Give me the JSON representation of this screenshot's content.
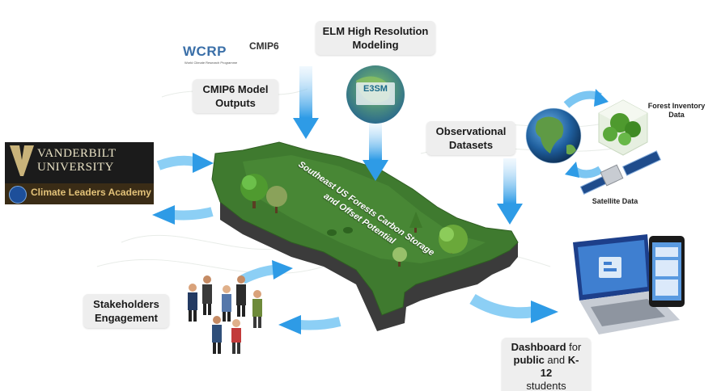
{
  "labels": {
    "elm": "ELM High Resolution Modeling",
    "cmip6": "CMIP6 Model Outputs",
    "observational": "Observational Datasets",
    "stakeholders": "Stakeholders Engagement",
    "dashboard_prefix": "Dashboard",
    "dashboard_for": " for",
    "dashboard_public": "public",
    "dashboard_and": " and ",
    "dashboard_k12": "K-12",
    "dashboard_students": "students",
    "forest_inventory": "Forest Inventory Data",
    "satellite": "Satellite Data"
  },
  "logos": {
    "vanderbilt_line1": "VANDERBILT",
    "vanderbilt_line2": "UNIVERSITY",
    "academy": "Climate Leaders Academy",
    "wcrp": "WCRP",
    "cmip6": "CMIP6",
    "wcrp_sub": "World Climate Research Programme",
    "e3sm": "E3SM"
  },
  "map_title_line1": "Southeast US Forests Carbon Storage",
  "map_title_line2": "and Offset Potential",
  "colors": {
    "map_top": "#3f7a2f",
    "map_side": "#3a3a3a",
    "arrow": "#3aa5e8",
    "label_bg": "#eeeeee"
  },
  "icons": [
    "earth-globe-icon",
    "forest-cube-icon",
    "satellite-icon",
    "laptop-dashboard-icon",
    "phone-icon",
    "people-group-icon",
    "tree-icon"
  ]
}
